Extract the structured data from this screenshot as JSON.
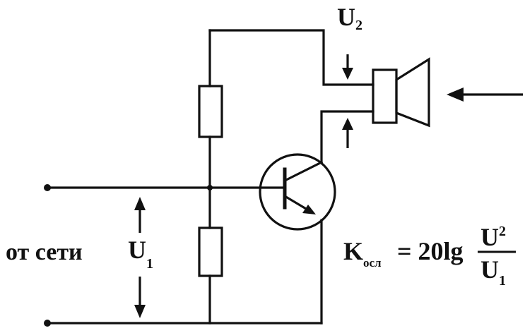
{
  "labels": {
    "u2_main": "U",
    "u2_sub": "2",
    "u1_main": "U",
    "u1_sub": "1",
    "source": "от сети"
  },
  "formula": {
    "k": "K",
    "k_sub": "осл",
    "equals": "= 20lg",
    "num_main": "U",
    "num_sub": "2",
    "den_main": "U",
    "den_sub": "1"
  }
}
